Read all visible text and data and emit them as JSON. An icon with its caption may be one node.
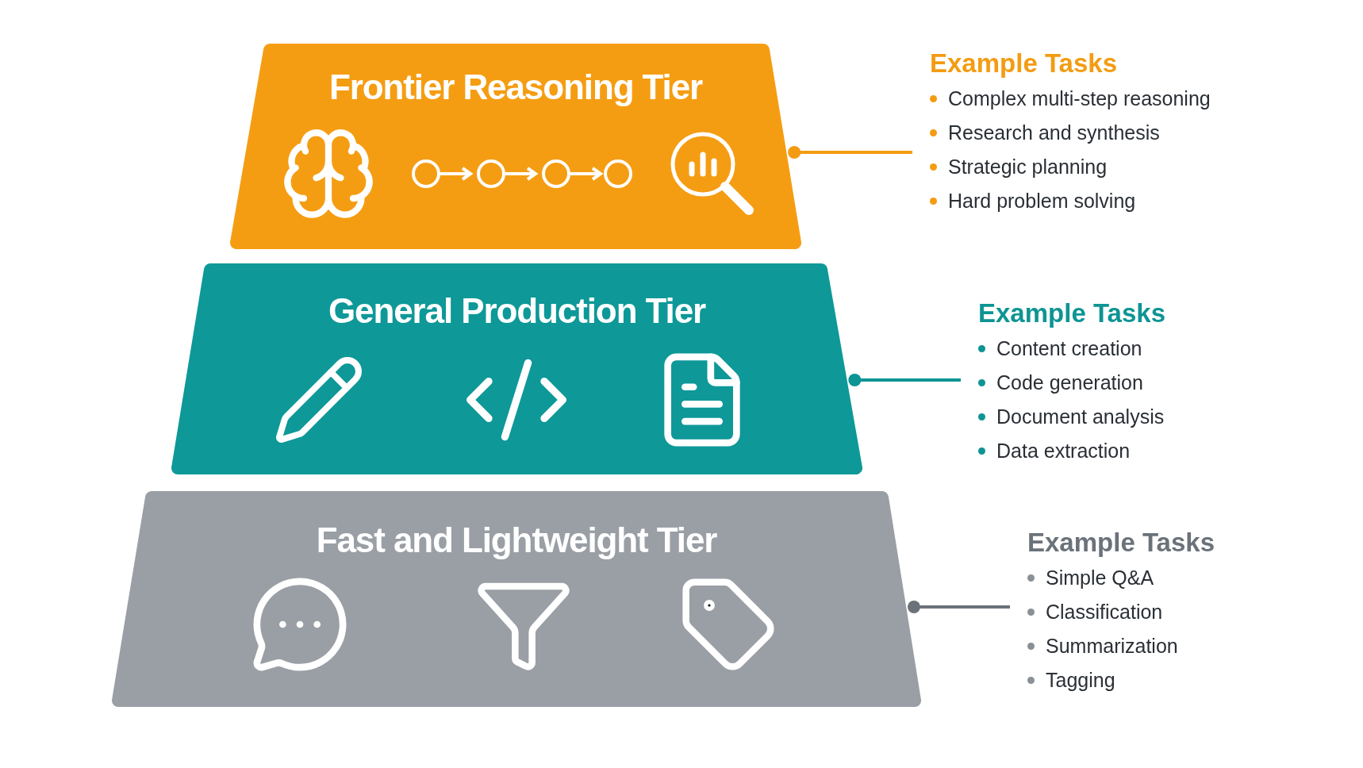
{
  "diagram": {
    "nodes": [
      {
        "text": [
          "Frontier Reasoning Tier"
        ]
      },
      {
        "text": [
          "General Production Tier"
        ]
      },
      {
        "text": [
          "Fast and Lightweight Tier"
        ]
      },
      {
        "text": [
          "Example Tasks",
          "Complex multi-step reasoning",
          "Research and synthesis",
          "Strategic planning",
          "Hard problem solving"
        ]
      },
      {
        "text": [
          "Example Tasks",
          "Content creation",
          "Code generation",
          "Document analysis",
          "Data extraction"
        ]
      },
      {
        "text": [
          "Example Tasks",
          "Simple Q&A",
          "Classification",
          "Summarization",
          "Tagging"
        ]
      }
    ],
    "edges": [
      {
        "from": 0,
        "to": 3,
        "arrow": "other",
        "color": "#f39c12"
      },
      {
        "from": 1,
        "to": 4,
        "arrow": "other",
        "color": "#0e9494"
      },
      {
        "from": 2,
        "to": 5,
        "arrow": "other",
        "color": "#6b7279"
      }
    ]
  }
}
